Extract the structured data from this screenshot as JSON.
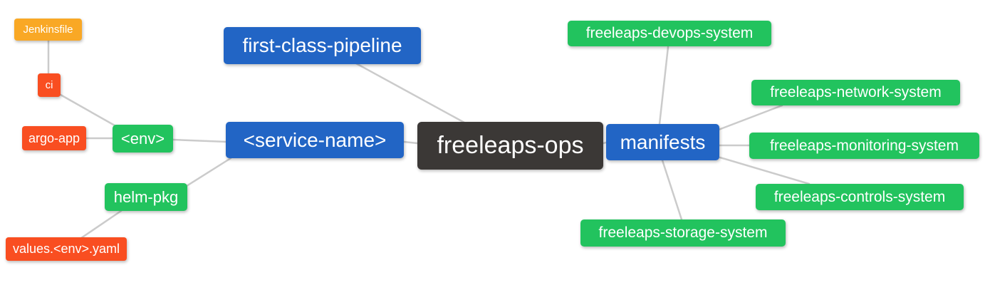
{
  "diagram": {
    "type": "mindmap",
    "root_label": "freeleaps-ops",
    "nodes": {
      "freeleaps_ops": {
        "label": "freeleaps-ops",
        "color": "#3b3836",
        "role": "root"
      },
      "first_class_pipeline": {
        "label": "first-class-pipeline",
        "color": "#2265c5",
        "role": "branch"
      },
      "service_name": {
        "label": "<service-name>",
        "color": "#2265c5",
        "role": "branch"
      },
      "manifests": {
        "label": "manifests",
        "color": "#2265c5",
        "role": "branch"
      },
      "env": {
        "label": "<env>",
        "color": "#22c35e",
        "role": "leaf"
      },
      "helm_pkg": {
        "label": "helm-pkg",
        "color": "#22c35e",
        "role": "leaf"
      },
      "ci": {
        "label": "ci",
        "color": "#f94e21",
        "role": "leaf"
      },
      "argo_app": {
        "label": "argo-app",
        "color": "#f94e21",
        "role": "leaf"
      },
      "values_env_yaml": {
        "label": "values.<env>.yaml",
        "color": "#f94e21",
        "role": "leaf"
      },
      "jenkinsfile": {
        "label": "Jenkinsfile",
        "color": "#f9a825",
        "role": "leaf"
      },
      "devops_system": {
        "label": "freeleaps-devops-system",
        "color": "#22c35e",
        "role": "leaf"
      },
      "network_system": {
        "label": "freeleaps-network-system",
        "color": "#22c35e",
        "role": "leaf"
      },
      "monitoring_system": {
        "label": "freeleaps-monitoring-system",
        "color": "#22c35e",
        "role": "leaf"
      },
      "controls_system": {
        "label": "freeleaps-controls-system",
        "color": "#22c35e",
        "role": "leaf"
      },
      "storage_system": {
        "label": "freeleaps-storage-system",
        "color": "#22c35e",
        "role": "leaf"
      }
    },
    "edges": [
      [
        "jenkinsfile",
        "ci"
      ],
      [
        "ci",
        "env"
      ],
      [
        "argo_app",
        "env"
      ],
      [
        "env",
        "service_name"
      ],
      [
        "helm_pkg",
        "service_name"
      ],
      [
        "values_env_yaml",
        "helm_pkg"
      ],
      [
        "first_class_pipeline",
        "freeleaps_ops"
      ],
      [
        "service_name",
        "freeleaps_ops"
      ],
      [
        "freeleaps_ops",
        "manifests"
      ],
      [
        "manifests",
        "devops_system"
      ],
      [
        "manifests",
        "network_system"
      ],
      [
        "manifests",
        "monitoring_system"
      ],
      [
        "manifests",
        "controls_system"
      ],
      [
        "manifests",
        "storage_system"
      ]
    ],
    "colors": {
      "background": "#ffffff",
      "edge": "#cbcbcb",
      "text": "#ffffff",
      "blue": "#2265c5",
      "green": "#22c35e",
      "dark": "#3b3836",
      "red_orange": "#f94e21",
      "orange": "#f9a825"
    }
  }
}
